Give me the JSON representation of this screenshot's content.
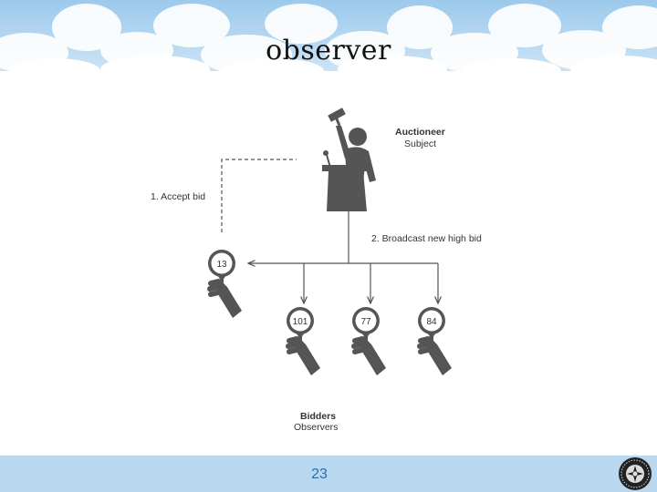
{
  "slide": {
    "title": "observer",
    "page_number": "23"
  },
  "diagram": {
    "auctioneer": {
      "role": "Auctioneer",
      "pattern_role": "Subject"
    },
    "step1": "1. Accept bid",
    "step2": "2. Broadcast new high bid",
    "bidders": {
      "role": "Bidders",
      "pattern_role": "Observers"
    },
    "paddles": [
      "13",
      "101",
      "77",
      "84"
    ]
  },
  "colors": {
    "figure": "#555555",
    "line": "#555555",
    "sky": "#a9d0ee",
    "cloud": "#ffffff",
    "footer": "#b9d8ef",
    "page_number": "#2a6db0"
  },
  "icons": [
    "cloud-decoration",
    "auctioneer-icon",
    "gavel-icon",
    "podium-icon",
    "bid-paddle-icon",
    "university-seal-icon"
  ]
}
